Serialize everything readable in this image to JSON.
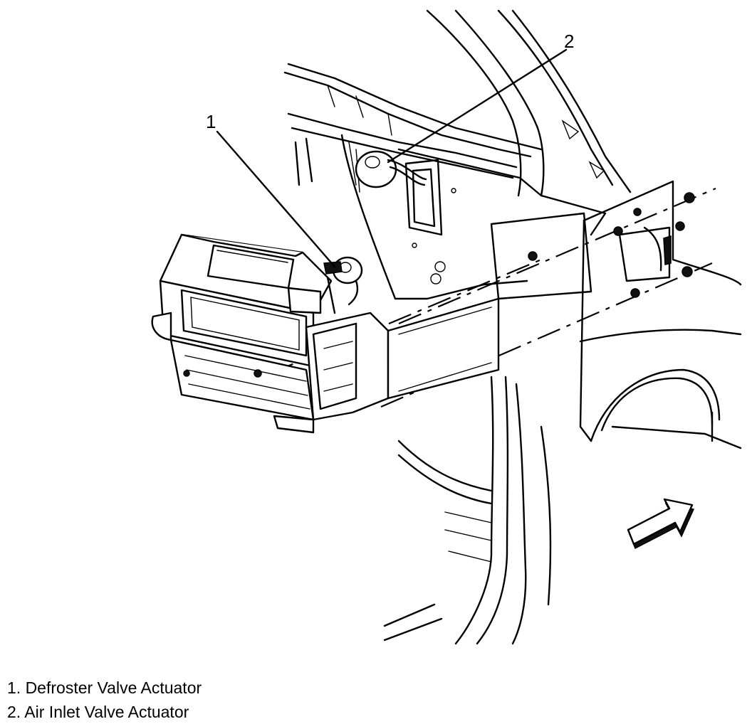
{
  "callouts": [
    {
      "number": "1"
    },
    {
      "number": "2"
    }
  ],
  "legend": [
    {
      "text": "1. Defroster Valve Actuator"
    },
    {
      "text": "2. Air Inlet Valve Actuator"
    }
  ],
  "icons": {
    "direction_arrow": "forward-arrow-icon"
  }
}
